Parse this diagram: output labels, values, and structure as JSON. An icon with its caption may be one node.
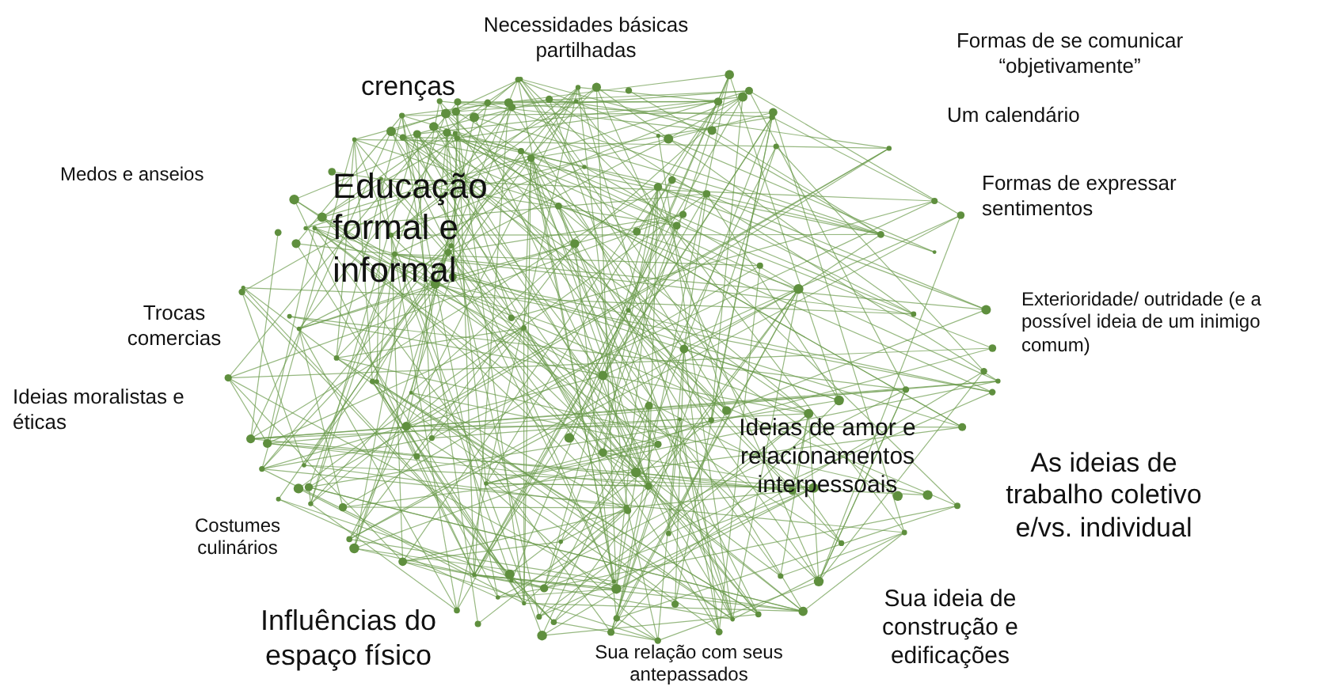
{
  "diagram": {
    "labels": [
      "Necessidades básicas partilhadas",
      "Formas de se comunicar “objetivamente”",
      "crenças",
      "Um calendário",
      "Medos e anseios",
      "Educação formal e informal",
      "Formas de expressar sentimentos",
      "Trocas comercias",
      "Exterioridade/ outridade (e a possível ideia de um inimigo comum)",
      "Ideias moralistas e éticas",
      "Ideias de amor e relacionamentos interpessoais",
      "As ideias de trabalho coletivo e/vs. individual",
      "Costumes culinários",
      "Influências do espaço físico",
      "Sua ideia de construção e edificações",
      "Sua relação com seus antepassados"
    ]
  }
}
